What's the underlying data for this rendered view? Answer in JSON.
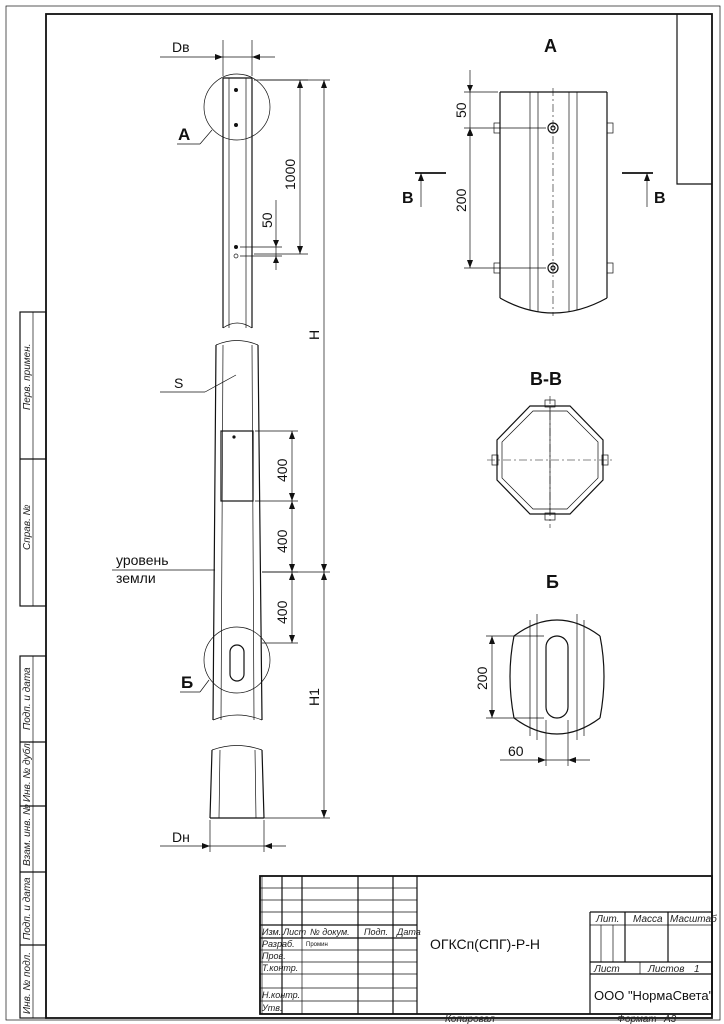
{
  "left_stamp": {
    "perv_primen": "Перв. примен.",
    "sprav_no": "Справ. №",
    "podp_data_1": "Подп. и дата",
    "inv_dubl": "Инв. № дубл.",
    "vzam_inv": "Взам. инв. №",
    "podp_data_2": "Подп. и дата",
    "inv_podl": "Инв. № подл."
  },
  "main_view": {
    "dv_label": "Dв",
    "dn_label": "Dн",
    "callout_a": "А",
    "callout_b": "Б",
    "s_label": "S",
    "ground_line1": "уровень",
    "ground_line2": "земли",
    "dim_1000": "1000",
    "dim_50": "50",
    "dim_h": "H",
    "dim_h1": "H1",
    "dim_400_1": "400",
    "dim_400_2": "400",
    "dim_400_3": "400"
  },
  "view_a": {
    "title": "А",
    "dim_50": "50",
    "dim_200": "200",
    "section_left": "В",
    "section_right": "В"
  },
  "view_vv": {
    "title": "В-В"
  },
  "view_b": {
    "title": "Б",
    "dim_200": "200",
    "dim_60": "60"
  },
  "title_block": {
    "h_izm": "Изм.",
    "h_list": "Лист",
    "h_ndokum": "№ докум.",
    "h_podp": "Подп.",
    "h_data": "Дата",
    "r_razrab": "Разраб.",
    "r_prov": "Пров.",
    "r_tkontr": "Т.контр.",
    "r_nkontr": "Н.контр.",
    "r_utv": "Утв.",
    "developer": "Промин",
    "designation": "ОГКСп(СПГ)-Р-Н",
    "lit": "Лит.",
    "massa": "Масса",
    "masshtab": "Масштаб",
    "list": "Лист",
    "listov": "Листов",
    "listov_value": "1",
    "company": "ООО \"НормаСвета\"",
    "kopiroval": "Копировал",
    "format": "Формат",
    "format_value": "А3"
  }
}
